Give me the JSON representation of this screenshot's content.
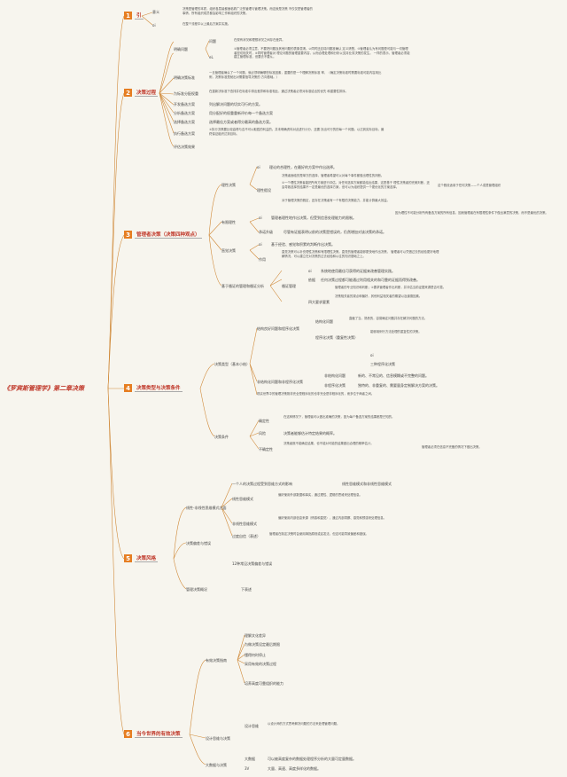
{
  "root": {
    "title": "《罗宾斯管理学》第二章决策"
  },
  "colors": {
    "branch": "#c86a1f",
    "number_bg": "#e67e22",
    "title_text": "#c0392b",
    "line": "#d08a3a"
  },
  "sections": [
    {
      "number": "1",
      "label": "引"
    },
    {
      "number": "2",
      "label": "决策过程"
    },
    {
      "number": "3",
      "label": "管理者决策（决策四种观点）"
    },
    {
      "number": "4",
      "label": "决策类型与决策条件"
    },
    {
      "number": "5",
      "label": "决策风格"
    },
    {
      "number": "6",
      "label": "当今世界的有效决策"
    }
  ],
  "s1": {
    "k1": "意义",
    "t1": "决策是管理的本质，组织各层级都面临着广泛的管理与管理决策。而这就是决策\n不仅仅是管理者的事情，所有组织成员都会影响工作和组织的决策。",
    "k2": "oi",
    "t2": "在整个流程中以上最后方案并实施。"
  },
  "s2": {
    "n1": "明确问题",
    "n1a": "问题",
    "n1a_t": "在现有状况和理想状况之间存在差异。",
    "n1b": "eL",
    "n1b_t": "①管理者必须注意，不要把问题及其他问题的表象混淆。②同时还应将问题准确认\n定义清楚。③管理者认为有问题是可能与一切管理者密切相关时，④同时管理者对\n理论问题的管理重要内容，从而合理处理和分析以支持业务决策的发生。\n一样的表示，管理者必须能建立管理标准，但要去不要从。",
    "n2": "明确决策标准",
    "n2_t": "一旦管理者确认了一个问题，就必须明确哪些标准因素，重要的是一个理解决策标准\n率，（确定决策标准时需要标准可能内容用比例，决策标准是就出对需要指导决策的\n方向基础。）",
    "n3": "为标准分配权重",
    "n3_t": "在重新决标准下查排并在标准中排出差异和标准相比，通过决策者必须对标准给出的优先\n和重要性排序。",
    "n4": "开发备选方案",
    "n4_t": "列出解决问题的切实可行的方案。",
    "n5": "分析备选方案",
    "n5_t": "用分配好的权重重新评价每一个备选方案",
    "n6": "选择备选方案",
    "n6_t": "选择最佳方案或者得分最高的备选方案。",
    "n7": "执行备选方案",
    "n7_t": "①执行决策要比较高得与否不可以取胜的利益的。并未明确资料对此进行计分，还要\n找出可行的的每一个问题。以达到实际目标，最终保证组织达到目标。",
    "n8": "评估决策效果"
  },
  "s3": {
    "b1": "理性决策",
    "b1a": "oi",
    "b1a_t": "理论的合理性，在最好的方案中作出选择。",
    "b1b": "理性假设",
    "b1b_t1": "决策者面临的是单方的选择，管理者希望可以对每个事件都做出理性的判断。",
    "b1b_t2": "①一个理性决策者能把所有方案进行评估，对任何选择方案都能给出结果，这是基于\n理性决策者的完美判断，还会导致选择的结果不一定是最优的选择方案，但可以为组织提供一个更优化的方案选择。",
    "b1b_r": "这个假设适用于任何决策——个人或是管理组织",
    "b1b_t3": "对于管理决策的假定，还存在决策者有一个有限的决策能力，并能计算最大效益。",
    "b2": "有限理性",
    "b2a": "oi",
    "b2a_t": "管理者理性地作出决策，但受到信息处理能力的限制。",
    "b2a_r": "因为理性不可能分析所有备选方案的所有信息，因而管理者在有限理性条件下做出满意的决策，而不是最优的决策。",
    "b2b": "承诺升级",
    "b2b_t": "尽管有证据表明以前的决策是错误的，仍然增加对该决策的承诺。",
    "b3": "直觉决策",
    "b3a": "oi",
    "b3a_t": "基于经验、感觉和积累的判断作出决策。",
    "b3b": "作用",
    "b3b_t": "直觉决策可以补充理性决策和有限理性决策。直觉的管理者能够更快地作出决策，\n管理者可以凭借过去的经验更好地理解情况，可以建立在对决策的过去经验和以往的知识基础之上。",
    "b4": "基于循证的管理和循证分析",
    "b4a": "循证管理",
    "b4a1": "oi",
    "b4a1_t": "系统地使用最佳可获得的证据来改善管理实践。",
    "b4a2": "依据",
    "b4a2_t": "任何决策过程都可能通过利用相关的和可靠的证据而得到改善。",
    "b4a3": "四大要求要素",
    "b4a3_t1": "管理者的专业知识和判断；①要求管理者作出判断，并评估当前证据来源是否可靠。",
    "b4a3_t2": "决策相关者的观点和偏好，其他利益相关者的期望以及道德因素。"
  },
  "s4": {
    "b1": "决策类型（基本小结）",
    "b1a": "结构良好问题和程序化决策",
    "b1a1": "结构化问题",
    "b1a1_t": "直截了当，熟悉的，容易确定问题并存在解决问题的方法。",
    "b1a2": "程序化决策（重复性决策）",
    "b1a2_t": "能够用例行方法处理的重复性的决策。",
    "b1a2_s1": "oi",
    "b1a2_s2": "三种程序化决策",
    "b1b": "非结构化问题和非程序化决策",
    "b1b1": "非结构化问题",
    "b1b1_t": "新的、不常见的、信息模糊或不完整的问题。",
    "b1b2": "非程序化决策",
    "b1b2_t": "独特的、非重复的、需要量身定制解决方案的决策。",
    "b1c_t": "现实世界中的管理决策既非完全是程序化的也非完全是非程序化的，而多位于两者之间。",
    "b2": "决策条件",
    "b2a": "确定性",
    "b2a_t": "在这种情况下，管理者可以做出准确的决策，因为每个备选方案的结果都是已知的。",
    "b2b": "风险",
    "b2b_t": "决策者能够估计特定结果的概率。",
    "b2c": "不确定性",
    "b2c_t": "决策者既不能确定结果，也不能对可能的结果做出合理的概率估计。",
    "b2c_r": "管理者必须在信息不完备的情况下做出决策。"
  },
  "s5": {
    "b1": "线性-非线性思维模式方面",
    "b1a": "一个人的决策过程受到思维方式的影响",
    "b1a_t": "线性思维模式和非线性思维模式",
    "b1b": "线性思维模式",
    "b1b_t": "偏好使用外部数据和事实，通过理性、逻辑的思维来处理信息。",
    "b1c": "非线性思维模式",
    "b1c_t": "偏好使用内部信息来源（情感和直觉），通过内部洞察、感觉和预感来处理信息。",
    "b2": "决策偏差与错误",
    "b2a": "过度自信（表述）",
    "b2a_t": "管理者在制定决策时会使用拇指原则或启发法，但这可能导致偏差和错误。",
    "b2b": "12种常见决策偏差与错误",
    "b3": "管理决策概况",
    "b3_r": "下表述"
  },
  "s6": {
    "b1": "有效决策指南",
    "b1a": "理解文化差异",
    "b1b": "为做决策设定最后期限",
    "b1c": "懂得何时停止",
    "b1d": "采用有效的决策过程",
    "b1e": "培养高度可靠组织的能力",
    "b2": "设计思维与决策",
    "b2a": "设计思维",
    "b2a_t": "以设计师的方式思考解决问题的方法来处理管理问题。",
    "b3": "大数据与决策",
    "b3a": "大数据",
    "b3a_t": "可以被高度复杂的数据处理程序分析的大量可定量数据。",
    "b3b": "3V",
    "b3b_t": "大量、高速、高度多样化的数据。"
  }
}
